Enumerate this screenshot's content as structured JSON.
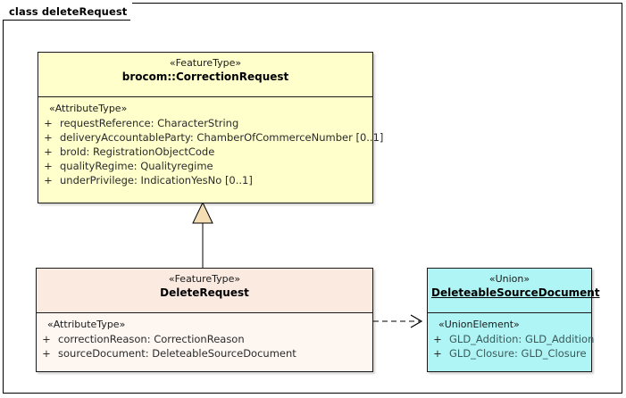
{
  "frame": {
    "label": "class deleteRequest"
  },
  "colors": {
    "feature_fill": "#FFFFCC",
    "delete_fill": "#FAEAE0",
    "union_fill": "#AFF5F5",
    "border": "#1A1A1A",
    "generalization_fill": "#F5DEB3",
    "canvas": "#FFFFFF"
  },
  "classes": {
    "correction_request": {
      "stereotype": "«FeatureType»",
      "name": "brocom::CorrectionRequest",
      "section_stereotype": "«AttributeType»",
      "attributes": [
        {
          "visibility": "+",
          "text": "requestReference: CharacterString"
        },
        {
          "visibility": "+",
          "text": "deliveryAccountableParty: ChamberOfCommerceNumber [0..1]"
        },
        {
          "visibility": "+",
          "text": "broId: RegistrationObjectCode"
        },
        {
          "visibility": "+",
          "text": "qualityRegime: Qualityregime"
        },
        {
          "visibility": "+",
          "text": "underPrivilege: IndicationYesNo [0..1]"
        }
      ]
    },
    "delete_request": {
      "stereotype": "«FeatureType»",
      "name": "DeleteRequest",
      "section_stereotype": "«AttributeType»",
      "attributes": [
        {
          "visibility": "+",
          "text": "correctionReason: CorrectionReason"
        },
        {
          "visibility": "+",
          "text": "sourceDocument: DeleteableSourceDocument"
        }
      ]
    },
    "deleteable_source_document": {
      "stereotype": "«Union»",
      "name": "DeleteableSourceDocument",
      "section_stereotype": "«UnionElement»",
      "attributes": [
        {
          "visibility": "+",
          "text": "GLD_Addition: GLD_Addition"
        },
        {
          "visibility": "+",
          "text": "GLD_Closure: GLD_Closure"
        }
      ]
    }
  },
  "connectors": {
    "generalization": {
      "type": "generalization",
      "from": "DeleteRequest",
      "to": "brocom::CorrectionRequest"
    },
    "dependency": {
      "type": "dependency",
      "from": "DeleteRequest",
      "to": "DeleteableSourceDocument"
    }
  }
}
